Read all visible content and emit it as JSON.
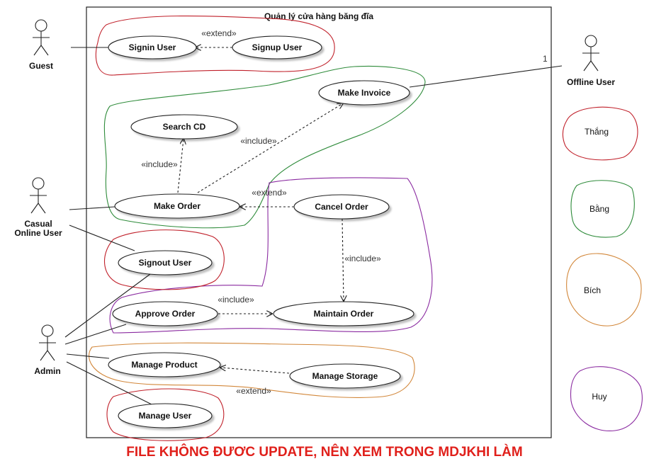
{
  "system_title": "Quản lý cửa hàng băng đĩa",
  "actors": {
    "guest": "Guest",
    "offline_user": "Offline User",
    "casual_online_user_line1": "Casual",
    "casual_online_user_line2": "Online User",
    "admin": "Admin"
  },
  "use_cases": {
    "signin_user": "Signin User",
    "signup_user": "Signup User",
    "make_invoice": "Make Invoice",
    "search_cd": "Search CD",
    "make_order": "Make Order",
    "cancel_order": "Cancel Order",
    "signout_user": "Signout User",
    "approve_order": "Approve Order",
    "maintain_order": "Maintain Order",
    "manage_product": "Manage Product",
    "manage_storage": "Manage Storage",
    "manage_user": "Manage User"
  },
  "stereotypes": {
    "extend_signup": "«extend»",
    "include_search": "«include»",
    "include_invoice": "«include»",
    "extend_cancel": "«extend»",
    "include_maintain": "«include»",
    "include_approve": "«include»",
    "extend_storage": "«extend»"
  },
  "multiplicity": "1",
  "legend": [
    {
      "name": "Thắng",
      "color": "#c0202a"
    },
    {
      "name": "Bằng",
      "color": "#2e8b3a"
    },
    {
      "name": "Bích",
      "color": "#d2873a"
    },
    {
      "name": "Huy",
      "color": "#8a2aa0"
    }
  ],
  "footer_note": "FILE KHÔNG ĐƯƠC UPDATE, NÊN XEM TRONG MDJKHI LÀM"
}
